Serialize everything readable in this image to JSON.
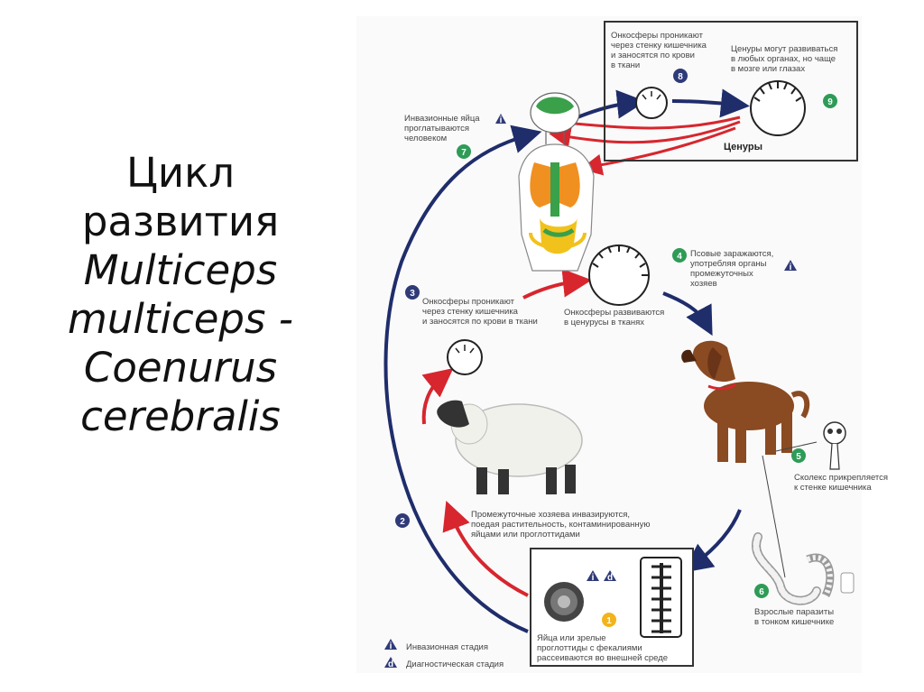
{
  "title": {
    "line1": "Цикл",
    "line2": "развития",
    "line3": "Multiceps",
    "line4": "multiceps -",
    "line5": "Coenurus",
    "line6": "cerebralis"
  },
  "labels": {
    "s7_l1": "Инвазионные яйца",
    "s7_l2": "проглатываются",
    "s7_l3": "человеком",
    "s8_l1": "Онкосферы проникают",
    "s8_l2": "через стенку кишечника",
    "s8_l3": "и заносятся по крови",
    "s8_l4": "в ткани",
    "s9_l1": "Ценуры могут развиваться",
    "s9_l2": "в любых органах, но чаще",
    "s9_l3": "в мозге или глазах",
    "cenury": "Ценуры",
    "s4_l1": "Псовые заражаются,",
    "s4_l2": "употребляя органы",
    "s4_l3": "промежуточных",
    "s4_l4": "хозяев",
    "s3_l1": "Онкосферы проникают",
    "s3_l2": "через стенку кишечника",
    "s3_l3": "и заносятся по крови в ткани",
    "onco_l1": "Онкосферы развиваются",
    "onco_l2": "в ценурусы в тканях",
    "s5_l1": "Сколекс прикрепляется",
    "s5_l2": "к стенке кишечника",
    "s2_l1": "Промежуточные хозяева инвазируются,",
    "s2_l2": "поедая растительность, контаминированную",
    "s2_l3": "яйцами или проглоттидами",
    "s6_l1": "Взрослые паразиты",
    "s6_l2": "в тонком кишечнике",
    "s1_l1": "Яйца или зрелые",
    "s1_l2": "проглоттиды с фекалиями",
    "s1_l3": "рассеиваются во внешней среде",
    "legend_i": "Инвазионная стадия",
    "legend_d": "Диагностическая стадия"
  },
  "badges": {
    "n1": "1",
    "n2": "2",
    "n3": "3",
    "n4": "4",
    "n5": "5",
    "n6": "6",
    "n7": "7",
    "n8": "8",
    "n9": "9",
    "i": "i",
    "d": "d"
  },
  "colors": {
    "navy_arrow": "#1f2d6b",
    "red_arrow": "#d7262e",
    "stage_green": "#2e9b57",
    "stage_navy": "#2f3a78",
    "stage_orange": "#f2b31c",
    "dog": "#8a4a22",
    "organs_orange": "#f09020",
    "organs_green": "#3aa04a"
  }
}
